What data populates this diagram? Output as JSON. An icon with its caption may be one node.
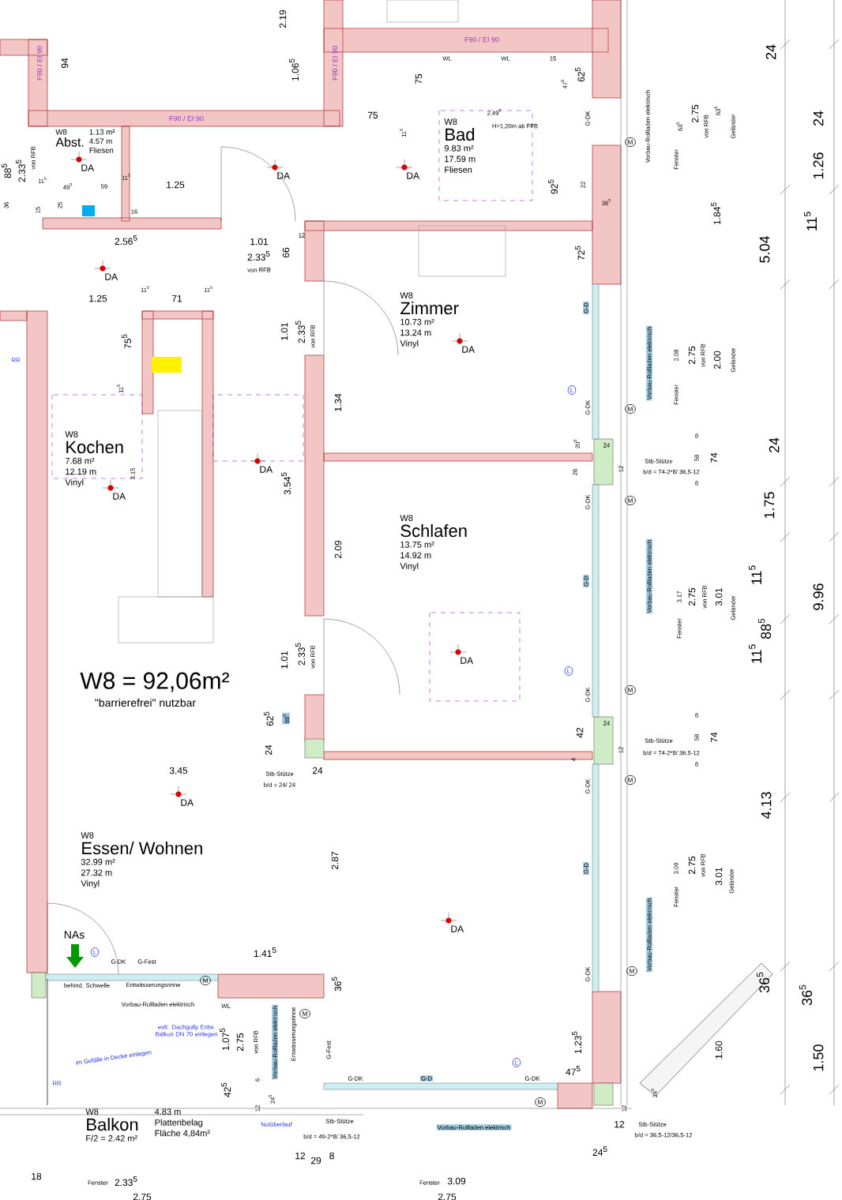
{
  "diagram": {
    "nodes": [
      {
        "text": [
          "W8",
          "Abst.",
          "1.13 m²",
          "4.57 m",
          "Fliesen"
        ]
      },
      {
        "text": [
          "W8",
          "Bad",
          "9.83 m²",
          "17.59 m",
          "Fliesen"
        ]
      },
      {
        "text": [
          "W8",
          "Zimmer",
          "10.73 m²",
          "13.24 m",
          "Vinyl"
        ]
      },
      {
        "text": [
          "W8",
          "Kochen",
          "7.68 m²",
          "12.19 m",
          "Vinyl"
        ]
      },
      {
        "text": [
          "W8",
          "Schlafen",
          "13.75 m²",
          "14.92 m",
          "Vinyl"
        ]
      },
      {
        "text": [
          "W8",
          "Essen/ Wohnen",
          "32.99 m²",
          "27.32 m",
          "Vinyl"
        ]
      },
      {
        "text": [
          "W8",
          "Balkon",
          "F/2 =  2.42 m²",
          "4.83 m",
          "Plattenbelag",
          "Fläche 4,84m²"
        ]
      }
    ],
    "labels": [
      "2.19",
      "F90 / EI 90",
      "94",
      "1.06$^{5}$",
      "F90 / EI 90",
      "F90 / EI 90",
      "WL",
      "WL",
      "75",
      "15",
      "47$^{5}$",
      "62$^{5}$",
      "F90 / EI 90",
      "75",
      "11$^{5}$",
      "2.49$^{5}$",
      "H=1,20m ab FFB",
      "G-DK",
      "Vorbau-Rollladen elektrisch",
      "M",
      "Fenster",
      "63$^{5}$",
      "2.75",
      "von RFB",
      "63$^{5}$",
      "Geländer",
      "24",
      "24",
      "1.26",
      "11$^{5}$",
      "5.04",
      "88$^{5}$",
      "2.33$^{5}$",
      "von RFB",
      "DA",
      "DA",
      "DA",
      "11$^{5}$",
      "49$^{5}$",
      "59",
      "11$^{5}$",
      "1.25",
      "25",
      "16",
      "15",
      "36",
      "92$^{5}$",
      "22",
      "36$^{5}$",
      "1.84$^{5}$",
      "2.56$^{5}$",
      "1.01",
      "2.33$^{5}$",
      "von RFB",
      "66",
      "12",
      "72$^{5}$",
      "DA",
      "1.25",
      "11$^{5}$",
      "71",
      "11$^{5}$",
      "1.01",
      "2.33$^{5}$",
      "von RFB",
      "G-D",
      "Vorbau-Rollladen elektrisch",
      "Fenster",
      "2.08",
      "2.75",
      "von RFB",
      "2.00",
      "Geländer",
      "RR",
      "75$^{5}$",
      "11$^{5}$",
      "1.34",
      "DA",
      "L",
      "G-DK",
      "M",
      "20$^{5}$",
      "24",
      "26",
      "12",
      "Stb-Stütze",
      "b/d = 74-2*8/ 36,5-12",
      "8",
      "58",
      "74",
      "8",
      "24",
      "DA",
      "3.54$^{5}$",
      "3.15",
      "DA",
      "M",
      "G-DK",
      "1.75",
      "2.09",
      "G-D",
      "Vorbau-Rollladen elektrisch",
      "Fenster",
      "3.17",
      "2.75",
      "von RFB",
      "3.01",
      "Geländer",
      "11$^{5}$",
      "88$^{5}$",
      "11$^{5}$",
      "9.96",
      "1.01",
      "2.33$^{5}$",
      "von RFB",
      "DA",
      "L",
      "G-DK",
      "M",
      "W8 = 92,06m²",
      "\"barrierefrei\" nutzbar",
      "62$^{5}$",
      "88$^{5}$",
      "24",
      "42",
      "24",
      "12",
      "4",
      "Stb-Stütze",
      "b/d = 74-2*8/ 36,5-12",
      "8",
      "58",
      "74",
      "8",
      "3.45",
      "Stb-Stütze",
      "b/d = 24/ 24",
      "24",
      "G-DK",
      "M",
      "DA",
      "4.13",
      "2.87",
      "Fenster",
      "3.09",
      "2.75",
      "von RFB",
      "3.01",
      "Geländer",
      "G-D",
      "Vorbau-Rollladen elektrisch",
      "DA",
      "NAs",
      "L",
      "G-DK",
      "G-Fest",
      "1.41$^{5}$",
      "M",
      "G-DK",
      "36$^{5}$",
      "36$^{5}$",
      "36$^{5}$",
      "behind. Schwelle",
      "Entwässerungsrinne",
      "M",
      "Vorbau-Rollladen elektrisch",
      "WL",
      "evtl. Dachgully Entw. Balkon DN 70 einlegen",
      "im Gefälle in Decke einlegen",
      "RR",
      "1.07$^{5}$",
      "2.75",
      "von RFB",
      "Vorbau-Rollladen elektrisch",
      "Entwässerungsrinne",
      "M",
      "G-Fest",
      "1.60",
      "1.50",
      "1.23$^{5}$",
      "L",
      "47$^{5}$",
      "G-DK",
      "G-D",
      "G-DK",
      "42$^{5}$",
      "6",
      "24$^{5}$",
      "12",
      "M",
      "24$^{5}$",
      "12",
      "Notüberlauf",
      "Stb-Stütze",
      "b/d = 49-2*8/ 36,5-12",
      "Vorbau-Rollladen elektrisch",
      "12",
      "Stb-Stütze",
      "b/d = 36,5-12/36,5-12",
      "24$^{5}$",
      "12",
      "29",
      "8",
      "18",
      "Fenster",
      "2.33$^{5}$",
      "2.75",
      "Fenster",
      "3.09",
      "2.75"
    ]
  }
}
